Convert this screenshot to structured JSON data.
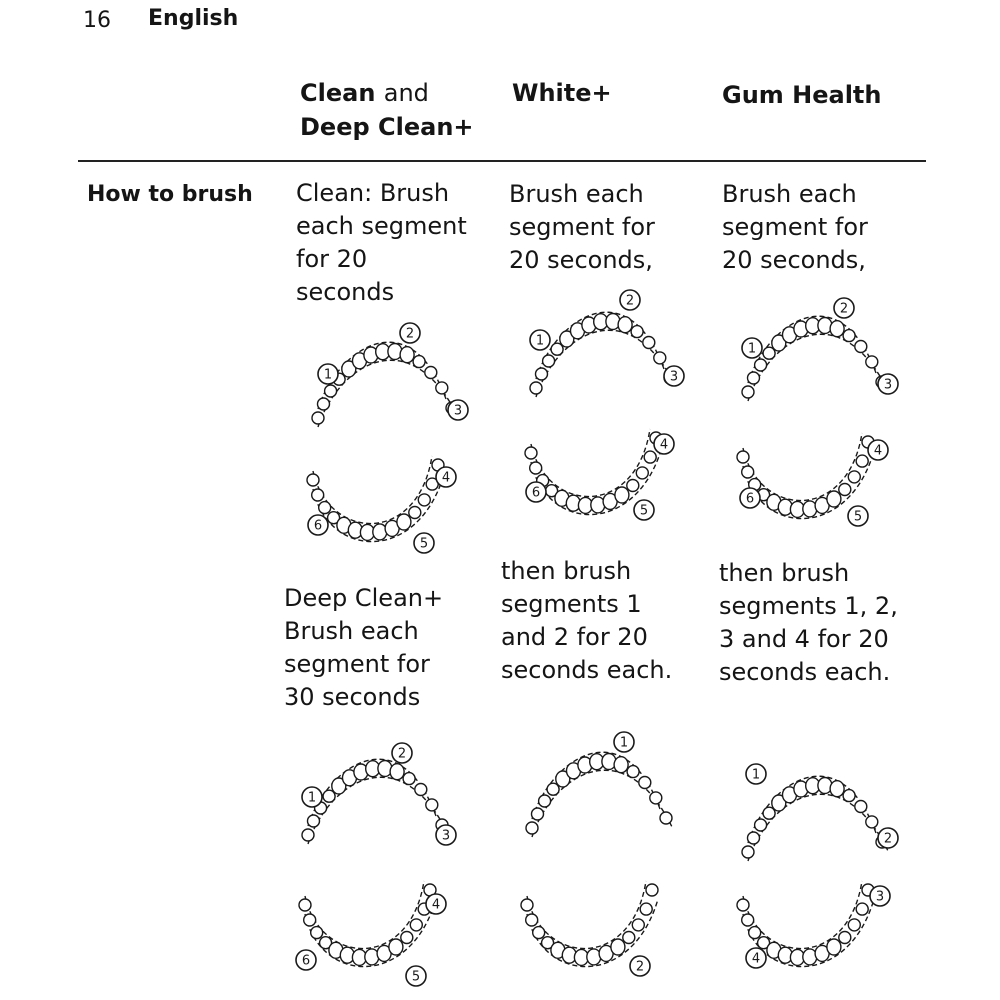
{
  "header": {
    "page_number": "16",
    "language": "English"
  },
  "columns": [
    {
      "strong_1": "Clean",
      "connector": "and",
      "strong_2": "Deep Clean+"
    },
    {
      "strong_1": "White+"
    },
    {
      "strong_1": "Gum Health"
    }
  ],
  "row_label": "How to brush",
  "clean_text": [
    "Clean: Brush",
    "each segment",
    "for 20",
    "seconds"
  ],
  "deep_clean_text": [
    "Deep Clean+",
    "Brush each",
    "segment for",
    "30 seconds"
  ],
  "white_text_1": [
    "Brush each",
    "segment for",
    "20 seconds,"
  ],
  "white_text_2": [
    "then brush",
    "segments 1",
    "and 2 for 20",
    "seconds each."
  ],
  "gum_text_1": [
    "Brush each",
    "segment for",
    "20 seconds,"
  ],
  "gum_text_2": [
    "then brush",
    "segments 1, 2,",
    "3 and 4 for 20",
    "seconds each."
  ],
  "segment_sets": {
    "six_upper": [
      "1",
      "2",
      "3"
    ],
    "six_lower": [
      "4",
      "5",
      "6"
    ],
    "white_upper": [
      "1"
    ],
    "white_lower": [
      "2"
    ],
    "gum_upper": [
      "1",
      "2"
    ],
    "gum_lower": [
      "3",
      "4"
    ]
  }
}
